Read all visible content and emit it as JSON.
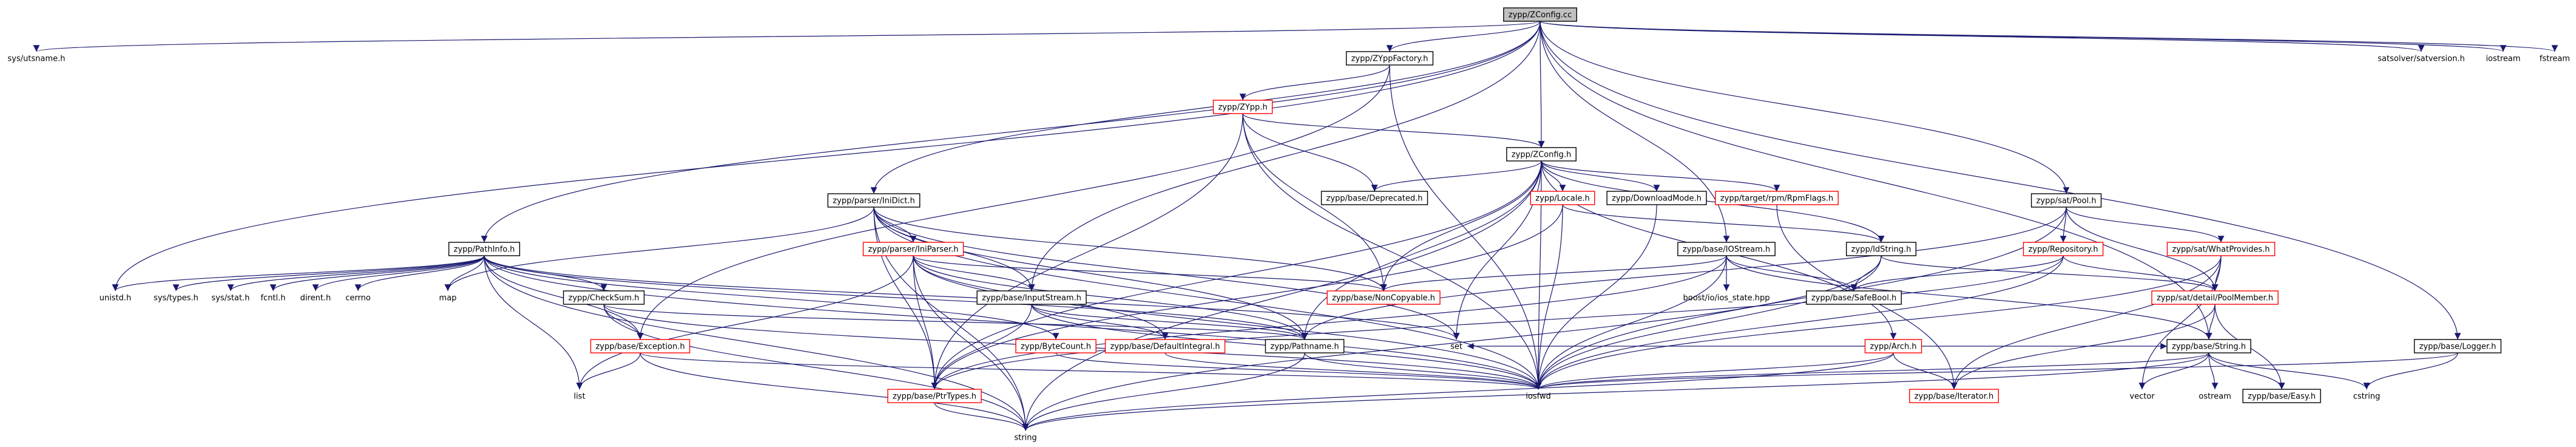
{
  "colors": {
    "edge": "#191970",
    "box_default": "#000000",
    "box_incomplete": "#ff0000",
    "root_fill": "#c0c0c0",
    "text": "#000000"
  },
  "nodes": [
    {
      "id": "root",
      "label": "zypp/ZConfig.cc",
      "style": "root"
    },
    {
      "id": "utsname",
      "label": "sys/utsname.h",
      "style": "plain"
    },
    {
      "id": "ZYppFactory",
      "label": "zypp/ZYppFactory.h",
      "style": "box"
    },
    {
      "id": "ZYpp",
      "label": "zypp/ZYpp.h",
      "style": "red"
    },
    {
      "id": "ZConfig",
      "label": "zypp/ZConfig.h",
      "style": "box"
    },
    {
      "id": "Deprecated",
      "label": "zypp/base/Deprecated.h",
      "style": "box"
    },
    {
      "id": "Locale",
      "label": "zypp/Locale.h",
      "style": "red"
    },
    {
      "id": "DownloadMode",
      "label": "zypp/DownloadMode.h",
      "style": "box"
    },
    {
      "id": "RpmFlags",
      "label": "zypp/target/rpm/RpmFlags.h",
      "style": "red"
    },
    {
      "id": "IdString",
      "label": "zypp/IdString.h",
      "style": "box"
    },
    {
      "id": "IniDict",
      "label": "zypp/parser/IniDict.h",
      "style": "box"
    },
    {
      "id": "IniParser",
      "label": "zypp/parser/IniParser.h",
      "style": "red"
    },
    {
      "id": "PathInfo",
      "label": "zypp/PathInfo.h",
      "style": "box"
    },
    {
      "id": "CheckSum",
      "label": "zypp/CheckSum.h",
      "style": "box"
    },
    {
      "id": "Exception",
      "label": "zypp/base/Exception.h",
      "style": "red"
    },
    {
      "id": "InputStream",
      "label": "zypp/base/InputStream.h",
      "style": "box"
    },
    {
      "id": "ByteCount",
      "label": "zypp/ByteCount.h",
      "style": "red"
    },
    {
      "id": "DefaultIntegral",
      "label": "zypp/base/DefaultIntegral.h",
      "style": "red"
    },
    {
      "id": "Pathname",
      "label": "zypp/Pathname.h",
      "style": "box"
    },
    {
      "id": "PtrTypes",
      "label": "zypp/base/PtrTypes.h",
      "style": "red"
    },
    {
      "id": "NonCopyable",
      "label": "zypp/base/NonCopyable.h",
      "style": "red"
    },
    {
      "id": "IOStream",
      "label": "zypp/base/IOStream.h",
      "style": "box"
    },
    {
      "id": "ios_state",
      "label": "boost/io/ios_state.hpp",
      "style": "plain"
    },
    {
      "id": "SafeBool",
      "label": "zypp/base/SafeBool.h",
      "style": "box"
    },
    {
      "id": "Arch",
      "label": "zypp/Arch.h",
      "style": "red"
    },
    {
      "id": "Iterator",
      "label": "zypp/base/Iterator.h",
      "style": "red"
    },
    {
      "id": "SatPool",
      "label": "zypp/sat/Pool.h",
      "style": "box"
    },
    {
      "id": "Repository",
      "label": "zypp/Repository.h",
      "style": "red"
    },
    {
      "id": "WhatProvides",
      "label": "zypp/sat/WhatProvides.h",
      "style": "red"
    },
    {
      "id": "PoolMember",
      "label": "zypp/sat/detail/PoolMember.h",
      "style": "red"
    },
    {
      "id": "String",
      "label": "zypp/base/String.h",
      "style": "box"
    },
    {
      "id": "Easy",
      "label": "zypp/base/Easy.h",
      "style": "box"
    },
    {
      "id": "Logger",
      "label": "zypp/base/Logger.h",
      "style": "box"
    },
    {
      "id": "satversion",
      "label": "satsolver/satversion.h",
      "style": "plain"
    },
    {
      "id": "iostream",
      "label": "iostream",
      "style": "plain"
    },
    {
      "id": "fstream",
      "label": "fstream",
      "style": "plain"
    },
    {
      "id": "unistd",
      "label": "unistd.h",
      "style": "plain"
    },
    {
      "id": "systypes",
      "label": "sys/types.h",
      "style": "plain"
    },
    {
      "id": "sysstat",
      "label": "sys/stat.h",
      "style": "plain"
    },
    {
      "id": "fcntl",
      "label": "fcntl.h",
      "style": "plain"
    },
    {
      "id": "dirent",
      "label": "dirent.h",
      "style": "plain"
    },
    {
      "id": "cerrno",
      "label": "cerrno",
      "style": "plain"
    },
    {
      "id": "map",
      "label": "map",
      "style": "plain"
    },
    {
      "id": "list",
      "label": "list",
      "style": "plain"
    },
    {
      "id": "set",
      "label": "set",
      "style": "plain"
    },
    {
      "id": "iosfwd",
      "label": "iosfwd",
      "style": "plain"
    },
    {
      "id": "string",
      "label": "string",
      "style": "plain"
    },
    {
      "id": "vector",
      "label": "vector",
      "style": "plain"
    },
    {
      "id": "ostream",
      "label": "ostream",
      "style": "plain"
    },
    {
      "id": "cstring",
      "label": "cstring",
      "style": "plain"
    }
  ],
  "edges": [
    [
      "root",
      "utsname"
    ],
    [
      "root",
      "ZYppFactory"
    ],
    [
      "root",
      "ZConfig"
    ],
    [
      "root",
      "IniDict"
    ],
    [
      "root",
      "PathInfo"
    ],
    [
      "root",
      "InputStream"
    ],
    [
      "root",
      "IOStream"
    ],
    [
      "root",
      "SatPool"
    ],
    [
      "root",
      "String"
    ],
    [
      "root",
      "Logger"
    ],
    [
      "root",
      "satversion"
    ],
    [
      "root",
      "iostream"
    ],
    [
      "root",
      "fstream"
    ],
    [
      "root",
      "unistd"
    ],
    [
      "ZYppFactory",
      "ZYpp"
    ],
    [
      "ZYppFactory",
      "iosfwd"
    ],
    [
      "ZYppFactory",
      "Exception"
    ],
    [
      "ZYpp",
      "ZConfig"
    ],
    [
      "ZYpp",
      "Deprecated"
    ],
    [
      "ZYpp",
      "PtrTypes"
    ],
    [
      "ZYpp",
      "NonCopyable"
    ],
    [
      "ZYpp",
      "iosfwd"
    ],
    [
      "ZConfig",
      "Deprecated"
    ],
    [
      "ZConfig",
      "Locale"
    ],
    [
      "ZConfig",
      "DownloadMode"
    ],
    [
      "ZConfig",
      "RpmFlags"
    ],
    [
      "ZConfig",
      "IdString"
    ],
    [
      "ZConfig",
      "Arch"
    ],
    [
      "ZConfig",
      "Pathname"
    ],
    [
      "ZConfig",
      "NonCopyable"
    ],
    [
      "ZConfig",
      "PtrTypes"
    ],
    [
      "ZConfig",
      "iosfwd"
    ],
    [
      "ZConfig",
      "set"
    ],
    [
      "ZConfig",
      "string"
    ],
    [
      "Locale",
      "PtrTypes"
    ],
    [
      "Locale",
      "IdString"
    ],
    [
      "Locale",
      "iosfwd"
    ],
    [
      "DownloadMode",
      "iosfwd"
    ],
    [
      "RpmFlags",
      "Iterator"
    ],
    [
      "IdString",
      "SafeBool"
    ],
    [
      "IdString",
      "PoolMember"
    ],
    [
      "IdString",
      "iosfwd"
    ],
    [
      "IdString",
      "string"
    ],
    [
      "IniDict",
      "IniParser"
    ],
    [
      "IniDict",
      "InputStream"
    ],
    [
      "IniDict",
      "Pathname"
    ],
    [
      "IniDict",
      "map"
    ],
    [
      "IniDict",
      "set"
    ],
    [
      "IniDict",
      "iosfwd"
    ],
    [
      "IniDict",
      "string"
    ],
    [
      "IniDict",
      "PtrTypes"
    ],
    [
      "IniDict",
      "NonCopyable"
    ],
    [
      "IniParser",
      "PtrTypes"
    ],
    [
      "IniParser",
      "InputStream"
    ],
    [
      "IniParser",
      "NonCopyable"
    ],
    [
      "IniParser",
      "Pathname"
    ],
    [
      "IniParser",
      "DefaultIntegral"
    ],
    [
      "IniParser",
      "list"
    ],
    [
      "IniParser",
      "string"
    ],
    [
      "IniParser",
      "iosfwd"
    ],
    [
      "PathInfo",
      "unistd"
    ],
    [
      "PathInfo",
      "systypes"
    ],
    [
      "PathInfo",
      "sysstat"
    ],
    [
      "PathInfo",
      "fcntl"
    ],
    [
      "PathInfo",
      "dirent"
    ],
    [
      "PathInfo",
      "cerrno"
    ],
    [
      "PathInfo",
      "map"
    ],
    [
      "PathInfo",
      "list"
    ],
    [
      "PathInfo",
      "set"
    ],
    [
      "PathInfo",
      "CheckSum"
    ],
    [
      "PathInfo",
      "Exception"
    ],
    [
      "PathInfo",
      "Pathname"
    ],
    [
      "PathInfo",
      "ByteCount"
    ],
    [
      "PathInfo",
      "iosfwd"
    ],
    [
      "PathInfo",
      "string"
    ],
    [
      "CheckSum",
      "Exception"
    ],
    [
      "CheckSum",
      "Pathname"
    ],
    [
      "CheckSum",
      "iosfwd"
    ],
    [
      "CheckSum",
      "string"
    ],
    [
      "Exception",
      "list"
    ],
    [
      "Exception",
      "iosfwd"
    ],
    [
      "Exception",
      "string"
    ],
    [
      "InputStream",
      "PtrTypes"
    ],
    [
      "InputStream",
      "DefaultIntegral"
    ],
    [
      "InputStream",
      "Pathname"
    ],
    [
      "InputStream",
      "iosfwd"
    ],
    [
      "ByteCount",
      "iosfwd"
    ],
    [
      "DefaultIntegral",
      "iosfwd"
    ],
    [
      "Pathname",
      "iosfwd"
    ],
    [
      "Pathname",
      "string"
    ],
    [
      "PtrTypes",
      "string"
    ],
    [
      "IOStream",
      "ios_state"
    ],
    [
      "IOStream",
      "SafeBool"
    ],
    [
      "IOStream",
      "PtrTypes"
    ],
    [
      "IOStream",
      "NonCopyable"
    ],
    [
      "IOStream",
      "iosfwd"
    ],
    [
      "IOStream",
      "String"
    ],
    [
      "Arch",
      "Iterator"
    ],
    [
      "Arch",
      "iosfwd"
    ],
    [
      "Arch",
      "set"
    ],
    [
      "Arch",
      "string"
    ],
    [
      "Arch",
      "String"
    ],
    [
      "SatPool",
      "Repository"
    ],
    [
      "SatPool",
      "WhatProvides"
    ],
    [
      "SatPool",
      "PoolMember"
    ],
    [
      "SatPool",
      "iosfwd"
    ],
    [
      "SatPool",
      "Pathname"
    ],
    [
      "Repository",
      "SafeBool"
    ],
    [
      "Repository",
      "PoolMember"
    ],
    [
      "Repository",
      "iosfwd"
    ],
    [
      "Repository",
      "PtrTypes"
    ],
    [
      "WhatProvides",
      "PoolMember"
    ],
    [
      "WhatProvides",
      "iosfwd"
    ],
    [
      "WhatProvides",
      "vector"
    ],
    [
      "WhatProvides",
      "Iterator"
    ],
    [
      "PoolMember",
      "Iterator"
    ],
    [
      "PoolMember",
      "String"
    ],
    [
      "PoolMember",
      "Easy"
    ],
    [
      "String",
      "iosfwd"
    ],
    [
      "String",
      "vector"
    ],
    [
      "String",
      "ostream"
    ],
    [
      "String",
      "string"
    ],
    [
      "String",
      "cstring"
    ],
    [
      "String",
      "Easy"
    ],
    [
      "Logger",
      "iosfwd"
    ],
    [
      "Logger",
      "cstring"
    ]
  ]
}
